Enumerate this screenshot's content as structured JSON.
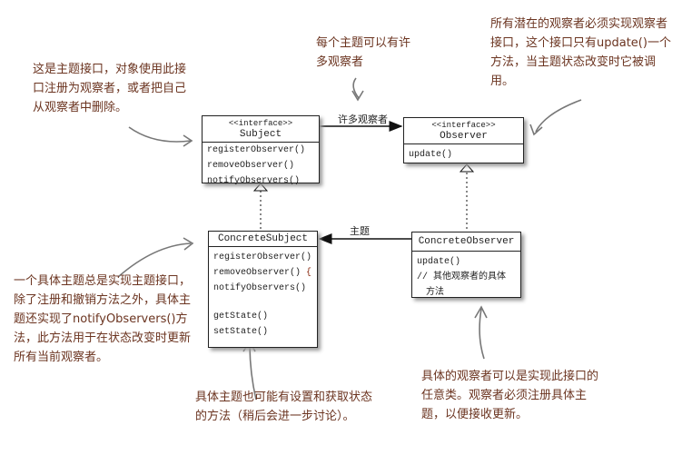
{
  "subject": {
    "stereotype": "<<interface>>",
    "name": "Subject",
    "methods": [
      "registerObserver()",
      "removeObserver()",
      "notifyObservers()"
    ]
  },
  "observer": {
    "stereotype": "<<interface>>",
    "name": "Observer",
    "methods": [
      "update()"
    ]
  },
  "concrete_subject": {
    "name": "ConcreteSubject",
    "methods": [
      "registerObserver()",
      "removeObserver()",
      "notifyObservers()"
    ],
    "brace": "{···}",
    "extra_methods": [
      "getState()",
      "setState()"
    ]
  },
  "concrete_observer": {
    "name": "ConcreteObserver",
    "methods": [
      "update()"
    ],
    "comment_line1": "// 其他观察者的具体",
    "comment_line2": "方法"
  },
  "labels": {
    "many_observers": "许多观察者",
    "subject": "主题"
  },
  "notes": {
    "n1": "这是主题接口，对象使用此接口注册为观察者，或者把自己从观察者中删除。",
    "n2": "每个主题可以有许多观察者",
    "n3": "所有潜在的观察者必须实现观察者接口，这个接口只有update()一个方法，当主题状态改变时它被调用。",
    "n4": "一个具体主题总是实现主题接口，除了注册和撤销方法之外，具体主题还实现了notifyObservers()方法，此方法用于在状态改变时更新所有当前观察者。",
    "n5": "具体主题也可能有设置和获取状态的方法（稍后会进一步讨论）。",
    "n6": "具体的观察者可以是实现此接口的任意类。观察者必须注册具体主题，以便接收更新。"
  }
}
